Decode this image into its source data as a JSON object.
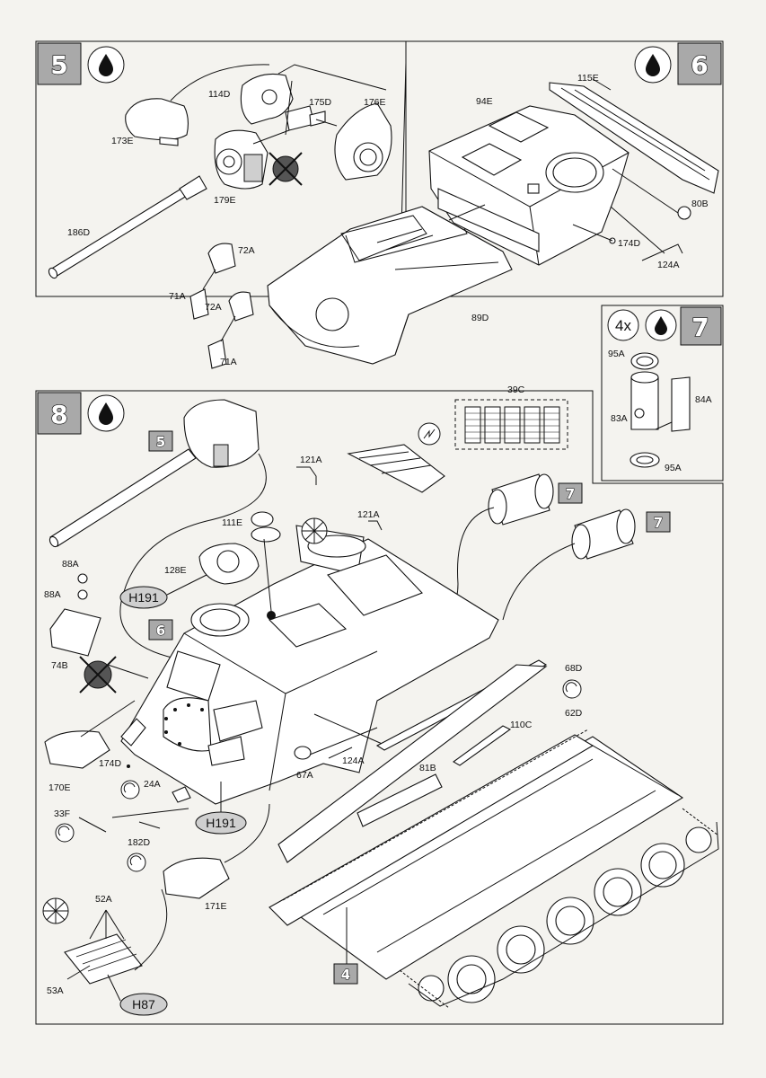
{
  "step5": {
    "number": "5",
    "labels": {
      "p173E": "173E",
      "p114D": "114D",
      "p175D": "175D",
      "p176E": "176E",
      "p179E": "179E",
      "p186D": "186D",
      "p72A_1": "72A",
      "p71A_1": "71A",
      "p72A_2": "72A",
      "p71A_2": "71A"
    }
  },
  "step6": {
    "number": "6",
    "labels": {
      "p115E": "115E",
      "p94E": "94E",
      "p80B": "80B",
      "p174D": "174D",
      "p124A": "124A",
      "p89D": "89D"
    }
  },
  "step7": {
    "number": "7",
    "multiplier": "4x",
    "labels": {
      "p95A_1": "95A",
      "p84A": "84A",
      "p83A": "83A",
      "p95A_2": "95A"
    }
  },
  "step8": {
    "number": "8",
    "refs": {
      "step5": "5",
      "step6": "6",
      "step7a": "7",
      "step7b": "7",
      "step4": "4"
    },
    "paint": {
      "h191a": "H191",
      "h191b": "H191",
      "h87": "H87"
    },
    "labels": {
      "p39C": "39C",
      "p121A_1": "121A",
      "p121A_2": "121A",
      "p111E": "111E",
      "p128E": "128E",
      "p88A_1": "88A",
      "p88A_2": "88A",
      "p74B": "74B",
      "p68D": "68D",
      "p62D": "62D",
      "p110C": "110C",
      "p124A": "124A",
      "p174D": "174D",
      "p67A": "67A",
      "p81B": "81B",
      "p170E": "170E",
      "p24A": "24A",
      "p33F": "33F",
      "p182D": "182D",
      "p171E": "171E",
      "p52A": "52A",
      "p53A": "53A"
    }
  },
  "colors": {
    "paper": "#f4f3ef",
    "ink": "#111111",
    "step_box": "#a9a9a9"
  }
}
